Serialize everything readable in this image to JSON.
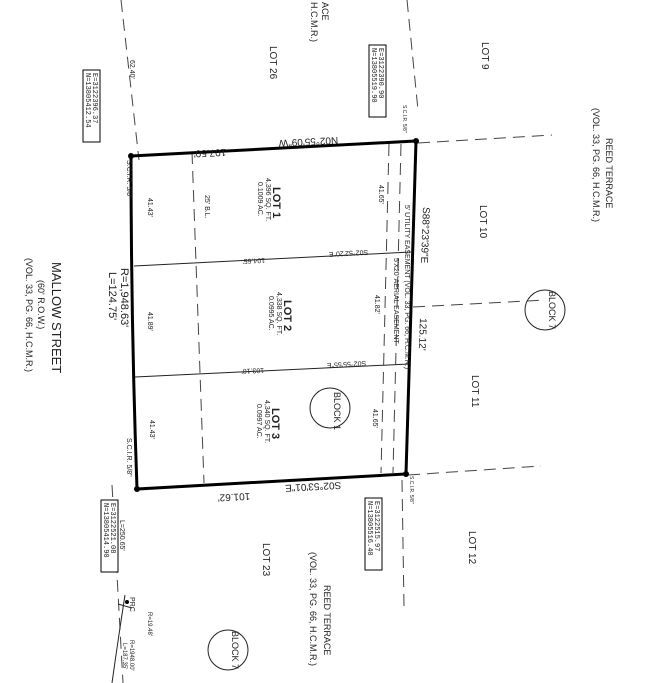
{
  "streets": {
    "reed_top": [
      "REED TERRACE",
      "(VOL. 33, PG. 66, H.C.M.R.)"
    ],
    "reed_bottom": [
      "REED TERRACE",
      "(VOL. 33, PG. 66, H.C.M.R.)"
    ],
    "mallow": [
      "MALLOW STREET",
      "(60' R.O.W.)",
      "(VOL. 33, PG. 66, H.C.M.R.)"
    ],
    "top_clip": [
      "ACE",
      "H.C.M.R.)"
    ]
  },
  "lots": {
    "lot9": "LOT 9",
    "lot10": "LOT 10",
    "lot11": "LOT 11",
    "lot12": "LOT 12",
    "lot26": "LOT 26",
    "lot23": "LOT 23",
    "lot1": {
      "title": "LOT 1",
      "sqft": "4,396 SQ. FT.",
      "ac": "0.1009 AC."
    },
    "lot2": {
      "title": "LOT 2",
      "sqft": "4,338 SQ. FT.",
      "ac": "0.0995 AC."
    },
    "lot3": {
      "title": "LOT 3",
      "sqft": "4,340 SQ. FT.",
      "ac": "0.0997 AC."
    }
  },
  "blocks": {
    "block7_top": "BLOCK 7",
    "block1": "BLOCK 1",
    "block7_bottom": "BLOCK 7"
  },
  "bearings": {
    "north_line": "N02°55'09\"W",
    "north_dist": "107.50'",
    "south_line": "S02°53'01\"E",
    "south_dist": "101.62'",
    "east_line": "S88°23'39\"E",
    "east_dist": "125.12'",
    "div1": "S02°52'20\"E",
    "div1_dist": "104.65'",
    "div2": "S02°55'55\"E",
    "div2_dist": "103.10'"
  },
  "curve": {
    "radius": "R=1,948.63'",
    "length": "L=124.75'"
  },
  "dims": {
    "d_left1": "41.43'",
    "d_left2": "41.89'",
    "d_left3": "41.43'",
    "d_right1": "41.65'",
    "d_right2": "41.82'",
    "d_right3": "41.65'",
    "top_extension": "62.40'",
    "bottom_extension": "L=250.65'"
  },
  "easements": {
    "utility": "5' UTILITY EASEMENT (VOL. 33, PG. 66, H.C.M.R.)",
    "aerial": "5'X20' AERIAL EASEMENT",
    "bl": "25' B.L."
  },
  "monuments": {
    "scir_nw": "S.C.I.R. 5/8\"",
    "scir_sw": "S.C.I.R. 5/8\"",
    "scir_ne": "S.C.I.R. 5/8\"",
    "scir_se": "S.C.I.R. 5/8\""
  },
  "coords": {
    "nw": [
      "N=13805412.54",
      "E=3122396.37"
    ],
    "ne": [
      "N=13805519.90",
      "E=3122390.90"
    ],
    "sw": [
      "N=13805414.90",
      "E=3122521.08"
    ],
    "se": [
      "N=13805516.40",
      "E=3122515.97"
    ]
  },
  "bottom_curve": {
    "prc": "PRC",
    "r1": "R=19.48'",
    "r2": "R=1948.00'",
    "l": "L=187.35'"
  }
}
